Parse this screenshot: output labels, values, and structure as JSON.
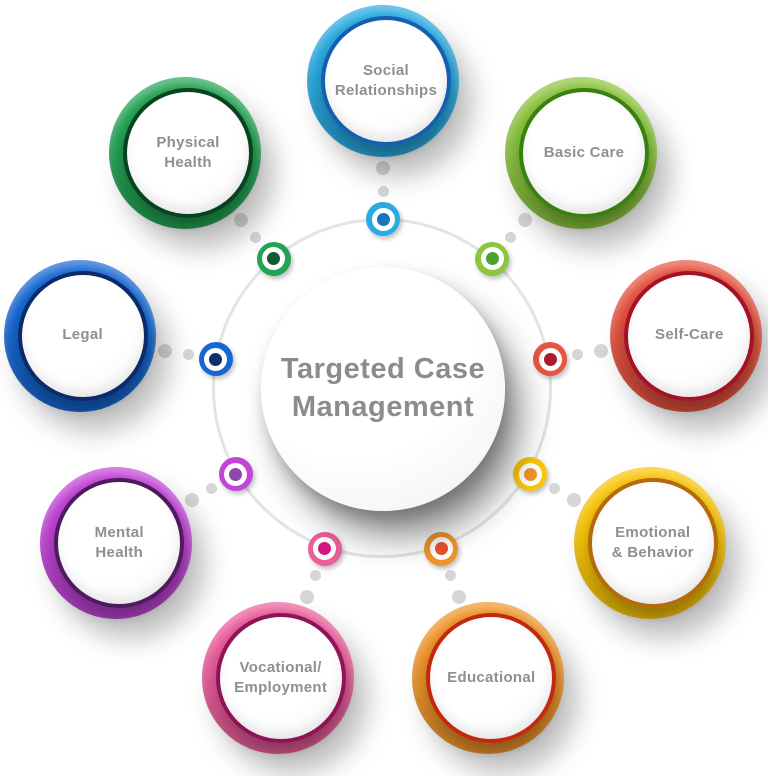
{
  "title": "Targeted Case\nManagement",
  "background_color": "#ffffff",
  "hub_text_color": "#8c8c8c",
  "satellite_text_color": "#8f8f8f",
  "orbit_ring_color": "#e4e4e4",
  "connector_dot_color": "#d6d6d6",
  "items": [
    {
      "label": "Social\nRelationships",
      "angle": 0,
      "ring_color": "#29abe2",
      "inner_ring_color": "#1560ae",
      "node_center_color": "#1b75bc"
    },
    {
      "label": "Basic Care",
      "angle": 40,
      "ring_color": "#8cc63f",
      "inner_ring_color": "#39810e",
      "node_center_color": "#4ba32f"
    },
    {
      "label": "Self-Care",
      "angle": 80,
      "ring_color": "#e85440",
      "inner_ring_color": "#a31226",
      "node_center_color": "#ad1a2c"
    },
    {
      "label": "Emotional\n& Behavior",
      "angle": 120,
      "ring_color": "#fac608",
      "inner_ring_color": "#b36b0b",
      "node_center_color": "#f0932a"
    },
    {
      "label": "Educational",
      "angle": 160,
      "ring_color": "#f0962b",
      "inner_ring_color": "#c2290f",
      "node_center_color": "#f0502b"
    },
    {
      "label": "Vocational/\nEmployment",
      "angle": 200,
      "ring_color": "#ec5e9d",
      "inner_ring_color": "#8e1457",
      "node_center_color": "#d4197e"
    },
    {
      "label": "Mental\nHealth",
      "angle": 240,
      "ring_color": "#c244d8",
      "inner_ring_color": "#4e1b5e",
      "node_center_color": "#8f46ad"
    },
    {
      "label": "Legal",
      "angle": 280,
      "ring_color": "#1568d4",
      "inner_ring_color": "#0a2a68",
      "node_center_color": "#0e2f6e"
    },
    {
      "label": "Physical\nHealth",
      "angle": 320,
      "ring_color": "#23a455",
      "inner_ring_color": "#07431f",
      "node_center_color": "#0f5c31"
    }
  ]
}
